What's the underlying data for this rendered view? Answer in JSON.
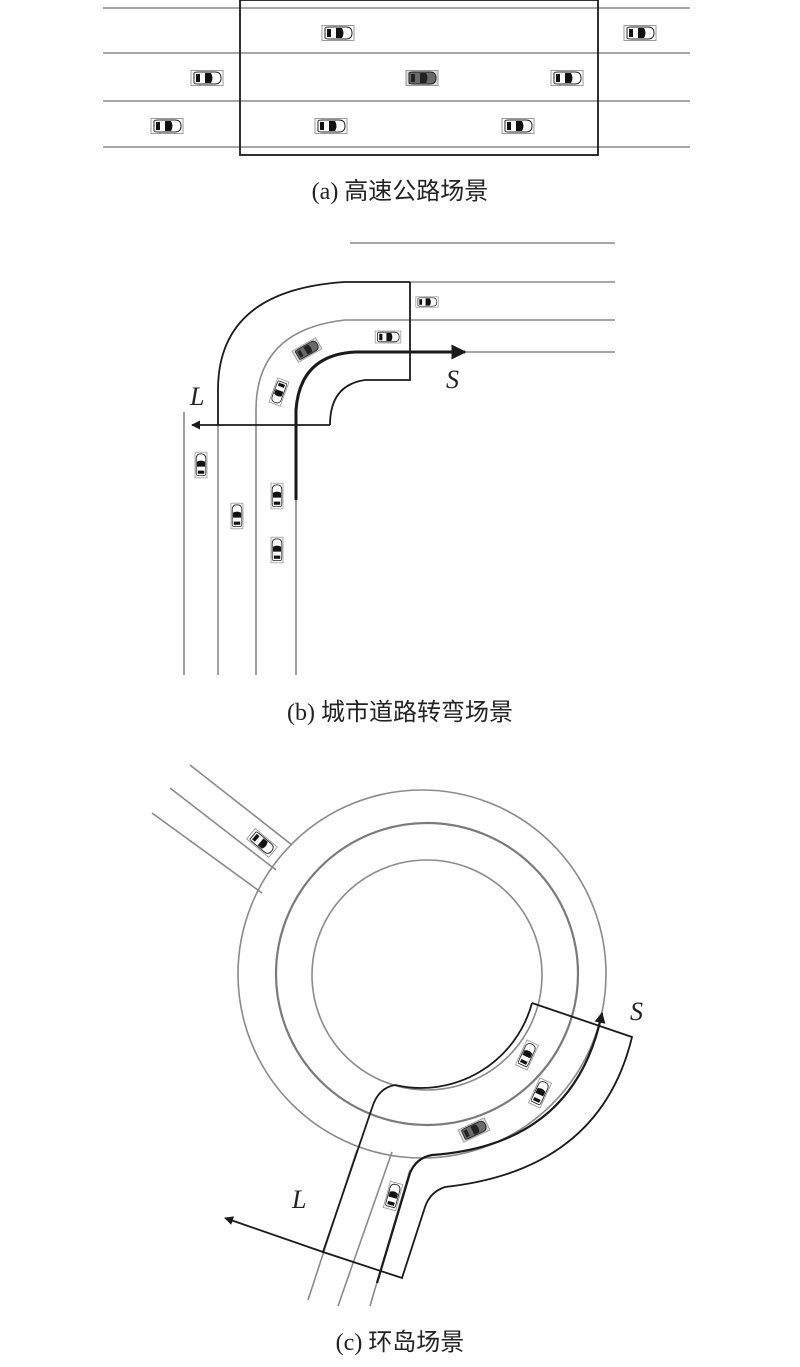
{
  "panels": [
    {
      "caption": "(a) 高速公路场景"
    },
    {
      "caption": "(b) 城市道路转弯场景",
      "label_l": "L",
      "label_s": "S"
    },
    {
      "caption": "(c) 环岛场景",
      "label_l": "L",
      "label_s": "S"
    }
  ],
  "colors": {
    "ego_car": "#6a6a6a",
    "other_car": "#ffffff",
    "road_line": "#8a8a8a",
    "boundary": "#1a1a1a"
  }
}
